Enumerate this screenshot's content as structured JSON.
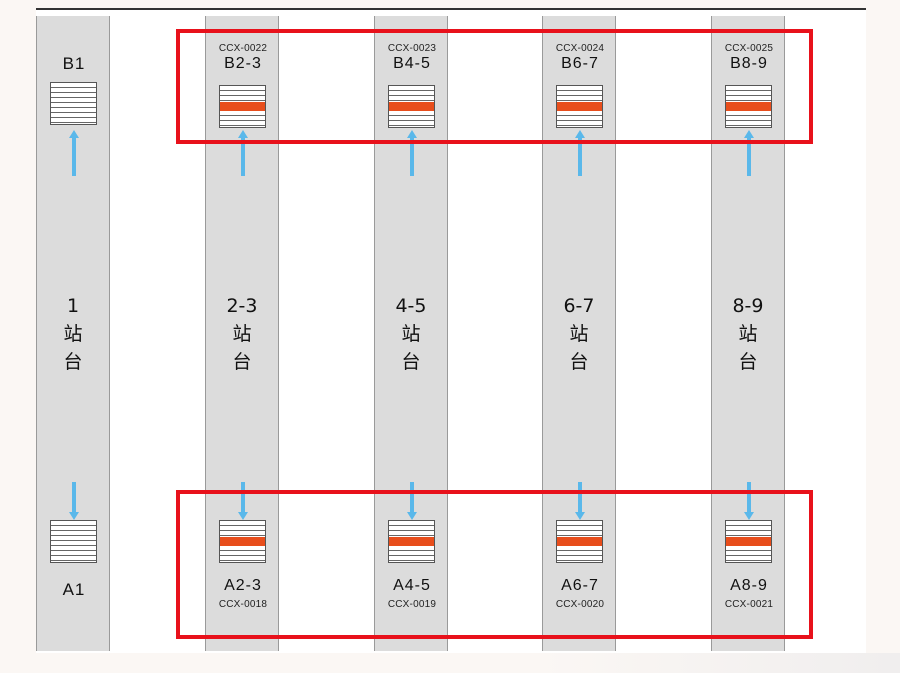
{
  "colors": {
    "highlight": "#e8111b",
    "active_gate": "#e84e1c",
    "arrow": "#5ab8ea",
    "platform": "#dcdcdc"
  },
  "platforms": [
    {
      "name": "1\n站\n台",
      "top_label": "B1",
      "top_code": "",
      "bottom_label": "A1",
      "bottom_code": "",
      "active": false
    },
    {
      "name": "2-3\n站\n台",
      "top_label": "B2-3",
      "top_code": "CCX-0022",
      "bottom_label": "A2-3",
      "bottom_code": "CCX-0018",
      "active": true
    },
    {
      "name": "4-5\n站\n台",
      "top_label": "B4-5",
      "top_code": "CCX-0023",
      "bottom_label": "A4-5",
      "bottom_code": "CCX-0019",
      "active": true
    },
    {
      "name": "6-7\n站\n台",
      "top_label": "B6-7",
      "top_code": "CCX-0024",
      "bottom_label": "A6-7",
      "bottom_code": "CCX-0020",
      "active": true
    },
    {
      "name": "8-9\n站\n台",
      "top_label": "B8-9",
      "top_code": "CCX-0025",
      "bottom_label": "A8-9",
      "bottom_code": "CCX-0021",
      "active": true
    }
  ]
}
